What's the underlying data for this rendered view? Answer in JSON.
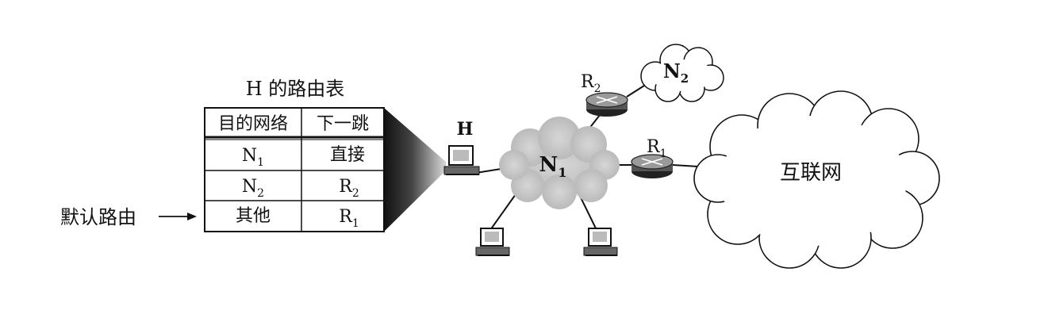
{
  "routing_table": {
    "title": "H 的路由表",
    "headers": [
      "目的网络",
      "下一跳"
    ],
    "rows": [
      {
        "dest": "N",
        "dest_sub": "1",
        "next": "直接",
        "next_sub": ""
      },
      {
        "dest": "N",
        "dest_sub": "2",
        "next": "R",
        "next_sub": "2"
      },
      {
        "dest": "其他",
        "dest_sub": "",
        "next": "R",
        "next_sub": "1"
      }
    ]
  },
  "default_route_label": "默认路由",
  "nodes": {
    "host": "H",
    "n1": {
      "text": "N",
      "sub": "1"
    },
    "n2": {
      "text": "N",
      "sub": "2"
    },
    "r1": {
      "text": "R",
      "sub": "1"
    },
    "r2": {
      "text": "R",
      "sub": "2"
    },
    "internet": "互联网"
  }
}
